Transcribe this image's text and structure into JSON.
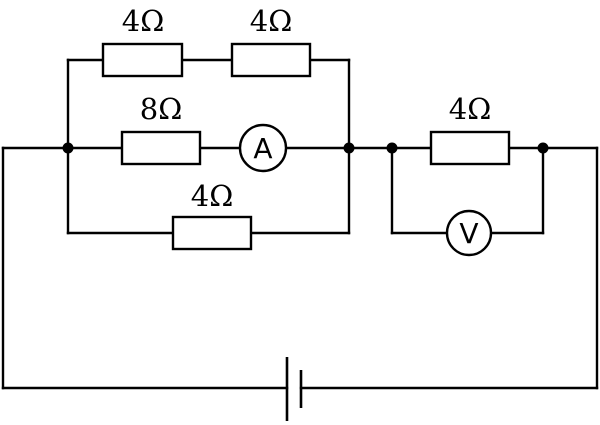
{
  "diagram": {
    "resistors": {
      "top_left": {
        "label": "4Ω"
      },
      "top_right": {
        "label": "4Ω"
      },
      "middle_branch": {
        "label": "8Ω"
      },
      "bottom_branch": {
        "label": "4Ω"
      },
      "right_section": {
        "label": "4Ω"
      }
    },
    "meters": {
      "ammeter": {
        "symbol": "A"
      },
      "voltmeter": {
        "symbol": "V"
      }
    }
  }
}
